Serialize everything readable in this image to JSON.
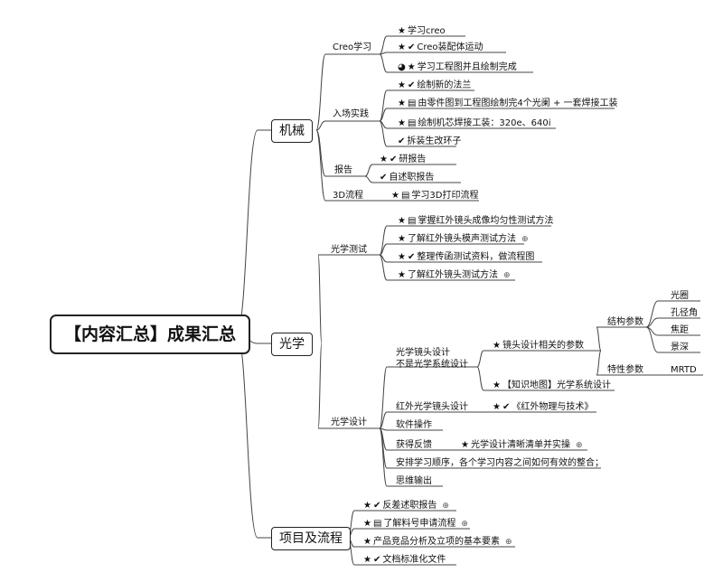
{
  "root": "【内容汇总】成果汇总",
  "main": {
    "machinery": "机械",
    "optics": "光学",
    "project": "项目及流程"
  },
  "machinery": {
    "creo": {
      "label": "Creo学习",
      "items": [
        "学习creo",
        "Creo装配体运动",
        "学习工程图并且绘制完成"
      ]
    },
    "onboarding": {
      "label": "入场实践",
      "items": [
        "绘制新的法兰",
        "由零件图到工程图绘制完4个光阑 + 一套焊接工装",
        "绘制机芯焊接工装：320e、640i",
        "拆装生改环子"
      ]
    },
    "report": {
      "label": "报告",
      "items": [
        "研报告",
        "自述职报告"
      ]
    },
    "3d": {
      "label": "3D流程",
      "items": [
        "学习3D打印流程"
      ]
    }
  },
  "optics": {
    "test": {
      "label": "光学测试",
      "items": [
        "掌握红外镜头成像均匀性测试方法",
        "了解红外镜头模声测试方法",
        "整理传函测试资料，做流程图",
        "了解红外镜头测试方法"
      ]
    },
    "design": {
      "label": "光学设计",
      "lens_design": "光学镜头设计\n不是光学系统设计",
      "lens_items": [
        "镜头设计相关的参数",
        "【知识地图】光学系统设计"
      ],
      "struct_params": "结构参数",
      "struct_items": [
        "光圈",
        "孔径角",
        "焦距",
        "景深"
      ],
      "perf_params": "特性参数",
      "perf_items": [
        "MRTD"
      ],
      "ir_design": "红外光学镜头设计",
      "ir_item": "《红外物理与技术》",
      "software": "软件操作",
      "feedback": "获得反馈",
      "feedback_item": "光学设计清晰清单并实操",
      "order": "安排学习顺序，各个学习内容之间如何有效的整合；",
      "thinking": "思维输出"
    }
  },
  "project": {
    "items": [
      "反差述职报告",
      "了解料号申请流程",
      "产品竞品分析及立项的基本要素",
      "文档标准化文件"
    ]
  },
  "icons": {
    "star": "star-icon",
    "check": "check-circle-icon",
    "doc": "document-icon",
    "pie": "pie-progress-icon"
  }
}
